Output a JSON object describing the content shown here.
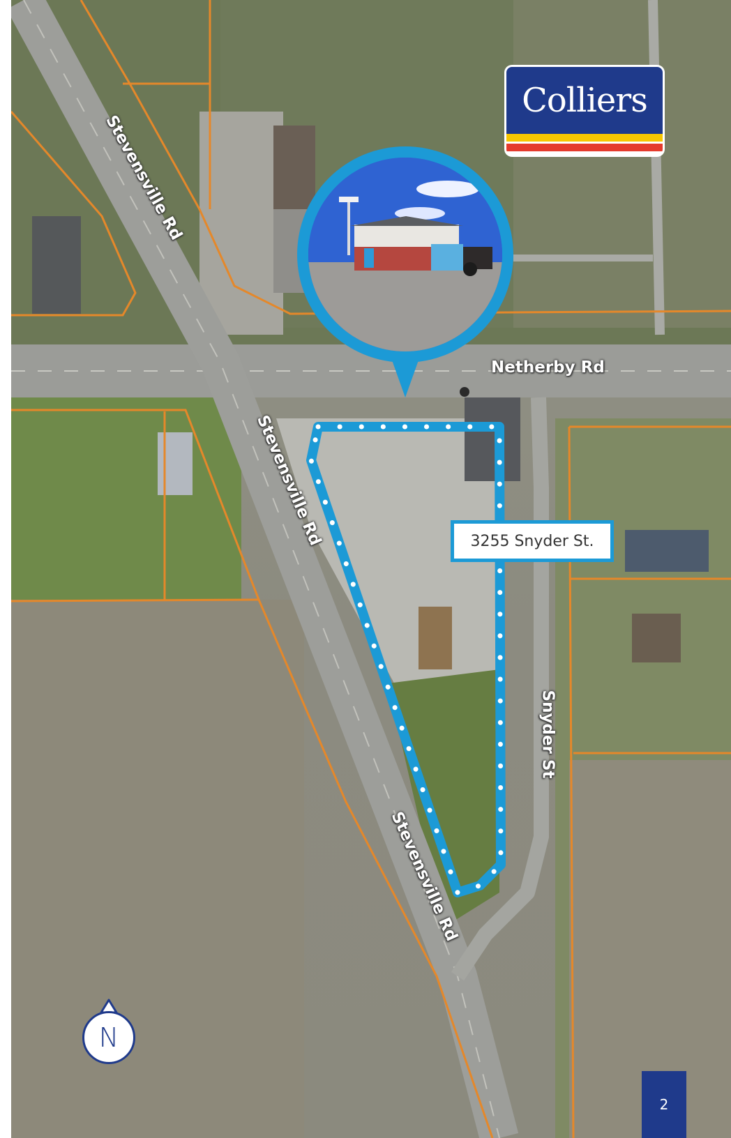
{
  "brand": {
    "name": "Colliers",
    "colors": {
      "blue": "#1f3a8b",
      "yellow": "#f7c600",
      "red": "#e53a2d"
    }
  },
  "map": {
    "roads": [
      {
        "id": "stevensville-north",
        "label": "Stevensville Rd"
      },
      {
        "id": "netherby",
        "label": "Netherby Rd"
      },
      {
        "id": "stevensville-mid",
        "label": "Stevensville Rd"
      },
      {
        "id": "snyder",
        "label": "Snyder St"
      },
      {
        "id": "stevensville-south",
        "label": "Stevensville Rd"
      }
    ],
    "property": {
      "address": "3255 Snyder St.",
      "outline_color": "#1c9ad6"
    },
    "parcel_line_color": "#e5882a",
    "compass": {
      "label": "N"
    },
    "photo_icon": "property-photo-icon"
  },
  "page": {
    "number": "2"
  }
}
